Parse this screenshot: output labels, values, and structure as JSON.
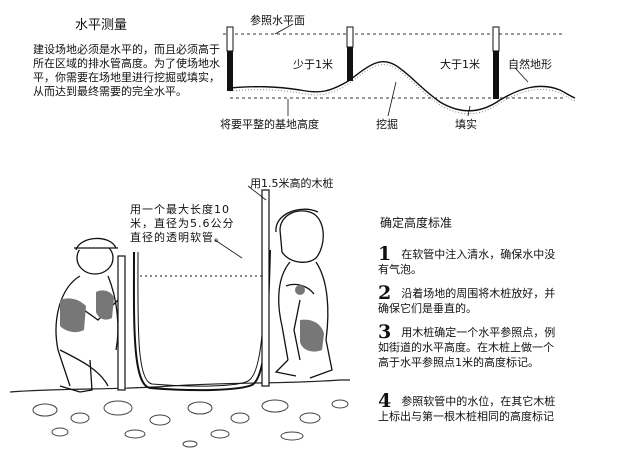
{
  "title": "水平测量",
  "intro": "建设场地必须是水平的，而且必须高于所在区域的排水管高度。为了使场地水平，你需要在场地里进行挖掘或填实，从而达到最终需要的完全水平。",
  "top_diagram": {
    "reference_plane": "参照水平面",
    "less_than": "少于1米",
    "more_than": "大于1米",
    "natural_terrain": "自然地形",
    "base_height": "将要平整的基地高度",
    "dig": "挖掘",
    "fill": "填实"
  },
  "illustration": {
    "stake_label": "用1.5米高的木桩",
    "hose_label": "用一个最大长度10米，直径为5.6公分直径的透明软管。"
  },
  "method": {
    "title": "确定高度标准",
    "steps": [
      {
        "num": "1",
        "text": "在软管中注入清水，确保水中没有气泡。"
      },
      {
        "num": "2",
        "text": "沿着场地的周围将木桩放好，并确保它们是垂直的。"
      },
      {
        "num": "3",
        "text": "用木桩确定一个水平参照点，例如街道的水平高度。在木桩上做一个高于水平参照点1米的高度标记。"
      },
      {
        "num": "4",
        "text": "参照软管中的水位，在其它木桩上标出与第一根木桩相同的高度标记"
      }
    ]
  }
}
